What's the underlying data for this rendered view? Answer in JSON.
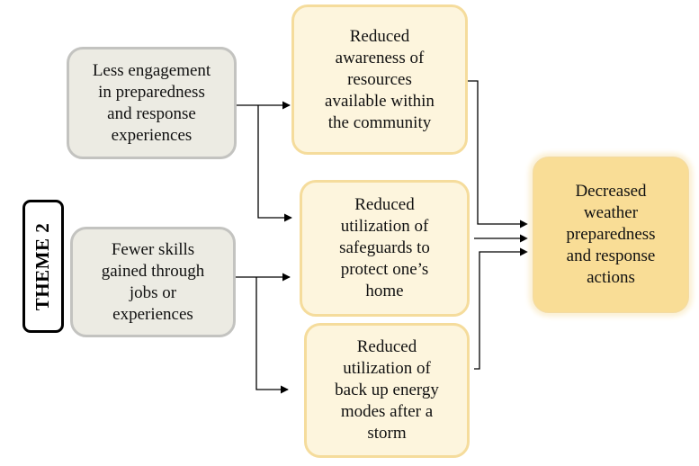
{
  "theme": {
    "label": "THEME 2"
  },
  "causes": [
    {
      "id": "less-engagement",
      "text": "Less engagement\nin preparedness\nand response\nexperiences"
    },
    {
      "id": "fewer-skills",
      "text": "Fewer skills\ngained through\njobs or\nexperiences"
    }
  ],
  "effects": [
    {
      "id": "reduced-awareness",
      "text": "Reduced\nawareness of\nresources\navailable within\nthe community"
    },
    {
      "id": "reduced-safeguards",
      "text": "Reduced\nutilization of\nsafeguards to\nprotect one’s\nhome"
    },
    {
      "id": "reduced-backup-energy",
      "text": "Reduced\nutilization of\nback up energy\nmodes after a\nstorm"
    }
  ],
  "outcome": {
    "text": "Decreased\nweather\npreparedness\nand response\nactions"
  },
  "colors": {
    "cause_fill": "#ecebe3",
    "cause_border": "#c3c3c0",
    "effect_fill": "#fdf5dd",
    "effect_border": "#f5dc9c",
    "outcome_fill": "#f9dd96",
    "connector": "#000000"
  }
}
